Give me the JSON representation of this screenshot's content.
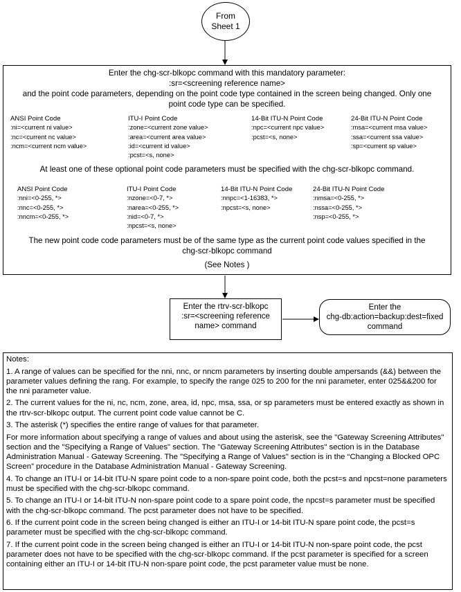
{
  "connector": {
    "line1": "From",
    "line2": "Sheet 1"
  },
  "main": {
    "intro1": "Enter the chg-scr-blkopc command with this mandatory parameter:",
    "intro2": ":sr=<screening reference name>",
    "intro3": "and the point code parameters, depending on the point code type contained in the screen being changed. Only one",
    "intro4": "point code type can be specified.",
    "current": {
      "ansi": {
        "header": "ANSI Point Code",
        "items": [
          ":ni=<current ni value>",
          ":nc=<current nc value>",
          ":ncm=<current ncm value>"
        ]
      },
      "itui": {
        "header": "ITU-I Point Code",
        "items": [
          ":zone=<current zone value>",
          ":area=<current area value>",
          ":id=<current id value>",
          ":pcst=<s, none>"
        ]
      },
      "itun14": {
        "header": "14-Bit ITU-N Point Code",
        "items": [
          ":npc=<current npc value>",
          ":pcst=<s, none>"
        ]
      },
      "itun24": {
        "header": "24-Bit ITU-N Point Code",
        "items": [
          ":msa=<current msa value>",
          ":ssa=<current ssa value>",
          ":sp=<current sp value>"
        ]
      }
    },
    "optional_text": "At least one of these optional point code parameters must be specified with the chg-scr-blkopc command.",
    "optional": {
      "ansi": {
        "header": "ANSI Point Code",
        "items": [
          ":nni=<0-255, *>",
          ":nnc=<0-255, *>",
          ":nncm=<0-255, *>"
        ]
      },
      "itui": {
        "header": "ITU-I Point Code",
        "items": [
          ":nzone=<0-7, *>",
          ":narea=<0-255, *>",
          ":nid=<0-7, *>",
          ":npcst=<s, none>"
        ]
      },
      "itun14": {
        "header": "14-Bit ITU-N Point Code",
        "items": [
          ":nnpc=<1-16383, *>",
          ":npcst=<s, none>"
        ]
      },
      "itun24": {
        "header": "24-Bit ITU-N Point Code",
        "items": [
          ":nmsa=<0-255, *>",
          ":nssa=<0-255, *>",
          ":nsp=<0-255, *>"
        ]
      }
    },
    "same_type1": "The new point code code parameters must be of the same type as the current point code values specified in the",
    "same_type2": "chg-scr-blkopc command",
    "see_notes": "(See Notes )"
  },
  "rtrv_box": {
    "line1": "Enter the rtrv-scr-blkopc",
    "line2": ":sr=<screening reference",
    "line3": "name>  command"
  },
  "chgdb_box": {
    "line1": "Enter the",
    "line2": "chg-db:action=backup:dest=fixed",
    "line3": "command"
  },
  "notes": {
    "title": "Notes:",
    "items": [
      "1. A range of values can be specified for the nni, nnc, or nncm parameters by inserting double ampersands (&&) between the parameter values defining the rang.  For example, to specify the range 025 to 200 for the nni parameter, enter 025&&200 for the nni parameter value.",
      "2. The current values for the ni, nc, ncm, zone, area, id, npc, msa, ssa, or sp parameters must be entered exactly as shown in the rtrv-scr-blkopc output.  The current point code value cannot be C.",
      "3. The asterisk (*) specifies the entire range of values for that parameter.",
      "For more information about specifying a range of values and about using the asterisk, see the \"Gateway Screening Attributes\" section and the \"Specifying a Range of Values\" section. The \"Gateway Screening Attributes\" section is in the Database Administration Manual - Gateway Screening. The \"Specifying a Range of Values\" section is in the “Changing a Blocked OPC Screen” procedure in the Database Administration Manual - Gateway Screening.",
      "4. To change an ITU-I or 14-bit ITU-N spare point code to a non-spare point code, both the pcst=s and npcst=none parameters must be specified with the chg-scr-blkopc command.",
      "5. To change an ITU-I or 14-bit ITU-N non-spare point code to a spare point code, the npcst=s parameter must be specified with the chg-scr-blkopc command. The pcst parameter does not have to be specified.",
      "6. If the current point code in the screen being changed is either an ITU-I or 14-bit ITU-N spare point code, the pcst=s parameter must be specified with the chg-scr-blkopc command.",
      "7. If the current point code in the screen being changed is either an ITU-I or 14-bit ITU-N non-spare point code, the pcst parameter does not have to be specified with the chg-scr-blkopc command.  If the pcst parameter is specified for a screen containing either an ITU-I or 14-bit ITU-N non-spare point code, the pcst parameter value must be none."
    ]
  }
}
